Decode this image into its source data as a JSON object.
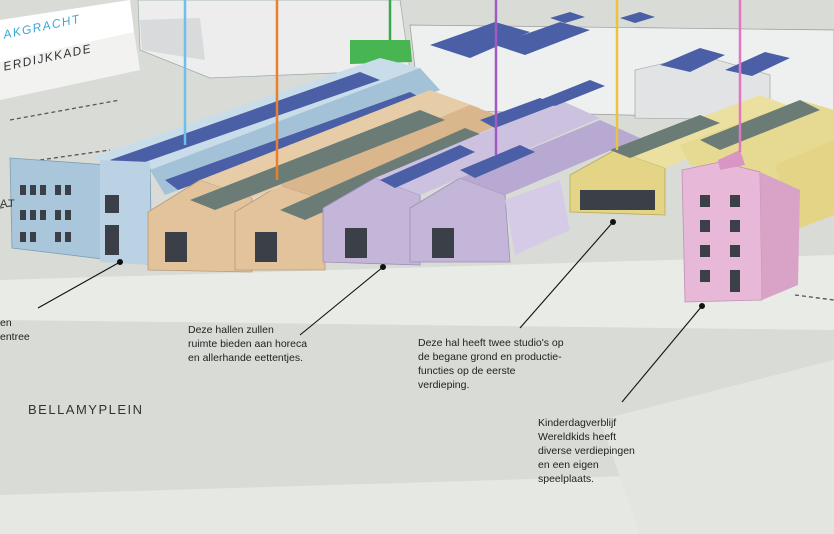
{
  "streets": {
    "canal": "AKGRACHT",
    "kade": "ERDIJKKADE",
    "left_fragment": "AT",
    "square": "BELLAMYPLEIN"
  },
  "callouts": {
    "left": "en\nentree",
    "horeca": "Deze hallen zullen\nruimte bieden aan horeca\nen allerhande eettentjes.",
    "studios": "Deze hal heeft twee studio's op\nde begane grond en productie-\nfuncties op  de eerste\nverdieping.",
    "kinder": "Kinderdagverblijf\nWereldkids heeft\ndiverse verdiepingen\nen een eigen\nspeelplaats."
  },
  "colors": {
    "background": "#d9dcd6",
    "building_blue": "#a9c6da",
    "building_orange": "#e2c39c",
    "building_purple": "#c3b6d9",
    "building_yellow": "#e3d486",
    "building_pink": "#e7b8d7",
    "solar_panel": "#4a5fa6",
    "marker_blue": "#6fc0e6",
    "marker_orange": "#ea7f2f",
    "marker_green": "#3aa84a",
    "marker_purple": "#a05bc2",
    "marker_yellow": "#ebc13f",
    "marker_pink": "#e077c3"
  }
}
